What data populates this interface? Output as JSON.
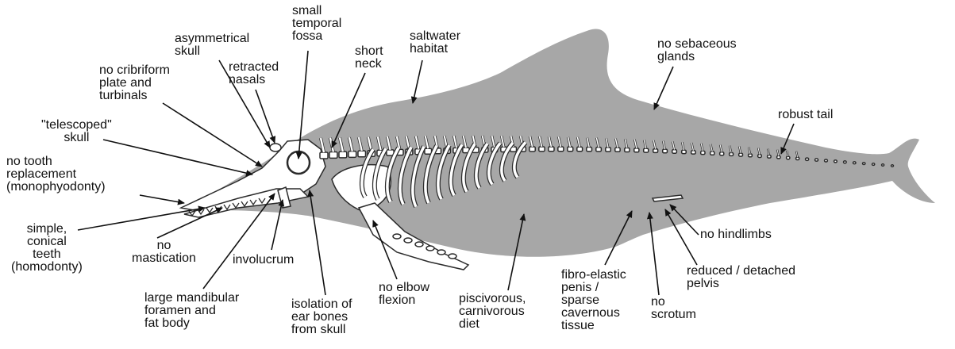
{
  "colors": {
    "body_fill": "#a7a7a7",
    "bone_fill": "#ffffff",
    "bone_stroke": "#2b2b2b",
    "label_text": "#111111",
    "arrow": "#111111"
  },
  "labels": {
    "small_temporal_fossa": "small\ntemporal\nfossa",
    "asymmetrical_skull": "asymmetrical\nskull",
    "saltwater_habitat": "saltwater\nhabitat",
    "no_sebaceous_glands": "no sebaceous\nglands",
    "short_neck": "short\nneck",
    "retracted_nasals": "retracted\nnasals",
    "no_cribriform": "no cribriform\nplate and\nturbinals",
    "telescoped_skull": "\"telescoped\"\nskull",
    "robust_tail": "robust tail",
    "no_tooth_replacement": "no tooth\nreplacement\n(monophyodonty)",
    "simple_teeth": "simple,\nconical\nteeth\n(homodonty)",
    "no_mastication": "no\nmastication",
    "involucrum": "involucrum",
    "large_mandibular": "large mandibular\nforamen and\nfat body",
    "isolation_ear_bones": "isolation of\near bones\nfrom skull",
    "no_elbow_flexion": "no elbow\nflexion",
    "piscivorous": "piscivorous,\ncarnivorous\ndiet",
    "fibro_elastic": "fibro-elastic\npenis /\nsparse\ncavernous\ntissue",
    "no_scrotum": "no\nscrotum",
    "reduced_pelvis": "reduced / detached\npelvis",
    "no_hindlimbs": "no hindlimbs"
  }
}
